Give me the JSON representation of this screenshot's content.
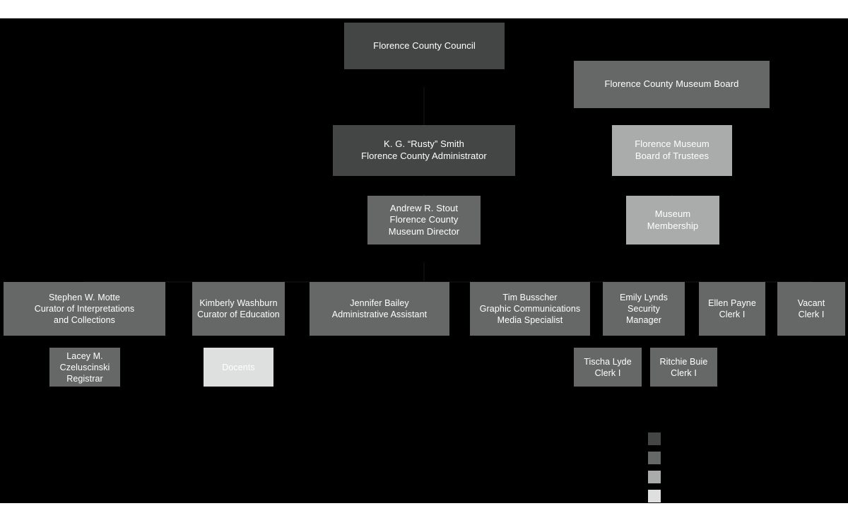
{
  "chart_data": {
    "type": "diagram",
    "title": "Florence County Museum Organizational Chart",
    "orientation": "top-down",
    "background": "#000000",
    "levels": [
      {
        "name": "level-1",
        "color": "#434644"
      },
      {
        "name": "level-2",
        "color": "#666868"
      },
      {
        "name": "level-3",
        "color": "#a9acab"
      },
      {
        "name": "level-4",
        "color": "#dedfdf"
      }
    ]
  },
  "canvas": {
    "background": "#000000",
    "page_background": "#ffffff"
  },
  "nodes": {
    "county_council": {
      "label": "Florence County Council",
      "level": 1,
      "color": "#434644"
    },
    "museum_board": {
      "label": "Florence County Museum Board",
      "level": 2,
      "color": "#666868"
    },
    "county_administrator": {
      "label": "K. G. “Rusty” Smith\nFlorence County Administrator",
      "level": 1,
      "color": "#434644"
    },
    "board_of_trustees": {
      "label": "Florence Museum\nBoard of Trustees",
      "level": 3,
      "color": "#a9acab"
    },
    "museum_director": {
      "label": "Andrew R. Stout\nFlorence County\nMuseum Director",
      "level": 2,
      "color": "#666868"
    },
    "museum_membership": {
      "label": "Museum\nMembership",
      "level": 3,
      "color": "#a9acab"
    },
    "curator_collections": {
      "label": "Stephen W. Motte\nCurator of Interpretations\nand Collections",
      "level": 2,
      "color": "#666868"
    },
    "curator_education": {
      "label": "Kimberly Washburn\nCurator of Education",
      "level": 2,
      "color": "#666868"
    },
    "administrative_assistant": {
      "label": "Jennifer Bailey\nAdministrative Assistant",
      "level": 2,
      "color": "#666868"
    },
    "media_specialist": {
      "label": "Tim Busscher\nGraphic Communications\nMedia Specialist",
      "level": 2,
      "color": "#666868"
    },
    "security_manager": {
      "label": "Emily Lynds\nSecurity\nManager",
      "level": 2,
      "color": "#666868"
    },
    "clerk_payne": {
      "label": "Ellen Payne\nClerk I",
      "level": 2,
      "color": "#666868"
    },
    "clerk_vacant": {
      "label": "Vacant\nClerk I",
      "level": 2,
      "color": "#666868"
    },
    "registrar": {
      "label": "Lacey M.\nCzeluscinski\nRegistrar",
      "level": 2,
      "color": "#666868"
    },
    "docents": {
      "label": "Docents",
      "level": 4,
      "color": "#dedfdf"
    },
    "clerk_lyde": {
      "label": "Tischa Lyde\nClerk I",
      "level": 2,
      "color": "#666868"
    },
    "clerk_buie": {
      "label": "Ritchie Buie\nClerk I",
      "level": 2,
      "color": "#666868"
    }
  },
  "legend": {
    "swatches": [
      {
        "color": "#434644"
      },
      {
        "color": "#666868"
      },
      {
        "color": "#a9acab"
      },
      {
        "color": "#dedfdf"
      }
    ]
  }
}
